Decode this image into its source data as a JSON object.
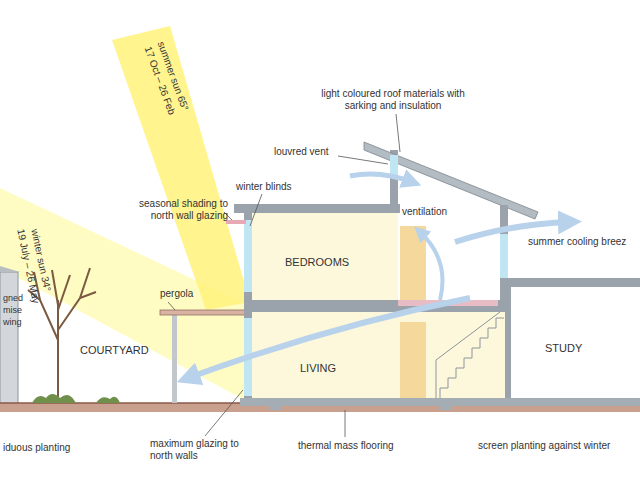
{
  "diagram": {
    "labels": [
      "light coloured roof materials with sarking and insulation",
      "summer sun 65°",
      "17 Oct – 26 Feb",
      "louvred vent",
      "winter blinds",
      "seasonal shading to north wall glazing",
      "ventilation",
      "summer cooling breez",
      "winter sun 34°",
      "19 July – 26 May",
      "BEDROOMS",
      "pergola",
      "gned mise wing",
      "COURTYARD",
      "LIVING",
      "STUDY",
      "iduous planting",
      "maximum glazing to north walls",
      "thermal mass flooring",
      "screen planting against winter"
    ]
  }
}
